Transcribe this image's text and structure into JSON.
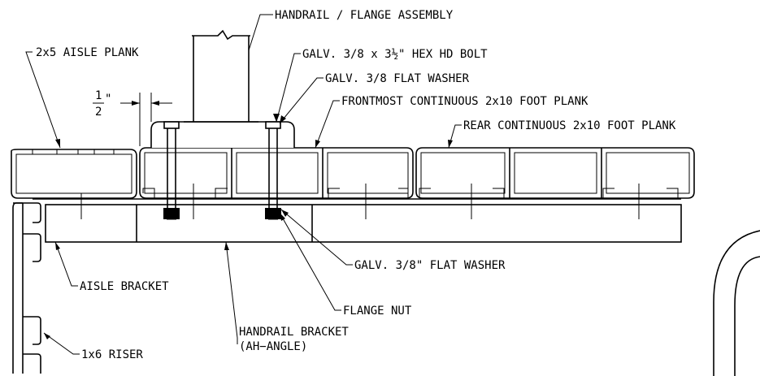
{
  "labels": {
    "handrail_flange_assembly": "HANDRAIL / FLANGE ASSEMBLY",
    "aisle_plank": "2x5 AISLE PLANK",
    "hex_bolt": "GALV. 3/8 x 3½\" HEX HD BOLT",
    "flat_washer_top": "GALV. 3/8 FLAT WASHER",
    "frontmost_plank": "FRONTMOST CONTINUOUS 2x10 FOOT PLANK",
    "rear_plank": "REAR CONTINUOUS 2x10 FOOT PLANK",
    "flat_washer_bottom": "GALV. 3/8\" FLAT WASHER",
    "aisle_bracket": "AISLE BRACKET",
    "flange_nut": "FLANGE NUT",
    "handrail_bracket_line1": "HANDRAIL BRACKET",
    "handrail_bracket_line2": "(AH−ANGLE)",
    "riser": "1x6 RISER"
  },
  "dimension": {
    "numerator": "1",
    "denominator": "2",
    "unit": "\""
  },
  "colors": {
    "line": "#000000",
    "background": "#ffffff"
  }
}
